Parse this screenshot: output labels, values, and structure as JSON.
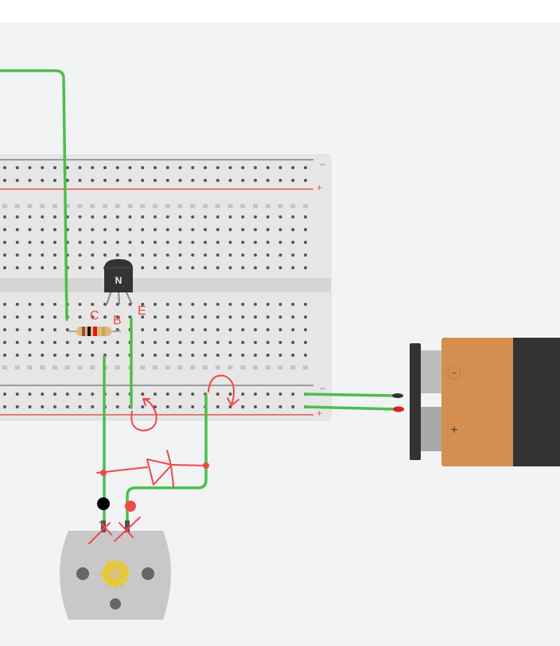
{
  "workspace": {
    "background": "#f2f3f5",
    "toolbar_background": "#ffffff"
  },
  "breadboard": {
    "rail_minus_symbol": "−",
    "rail_plus_symbol": "+",
    "columns_visible": 25,
    "rail_colors": {
      "negative": "#9a9a9a",
      "positive": "#e07b7b"
    }
  },
  "transistor": {
    "type": "NPN",
    "label": "N",
    "body_color": "#333333"
  },
  "resistor": {
    "bands": [
      "#8a5a2b",
      "#111111",
      "#e01b1b",
      "#c9a75a"
    ]
  },
  "battery": {
    "type": "9V",
    "minus_label": "−",
    "plus_label": "+",
    "colors": {
      "copper": "#d48f50",
      "body": "#333333"
    }
  },
  "motor": {
    "type": "DC motor",
    "gear_color": "#e8c833"
  },
  "annotations": {
    "color": "#f04848",
    "pin_labels": [
      "C",
      "B",
      "E"
    ],
    "notes": [
      "diode symbol sketch",
      "current flow arrows",
      "X marks on motor leads"
    ]
  },
  "wire_color": "#4bbf4b"
}
